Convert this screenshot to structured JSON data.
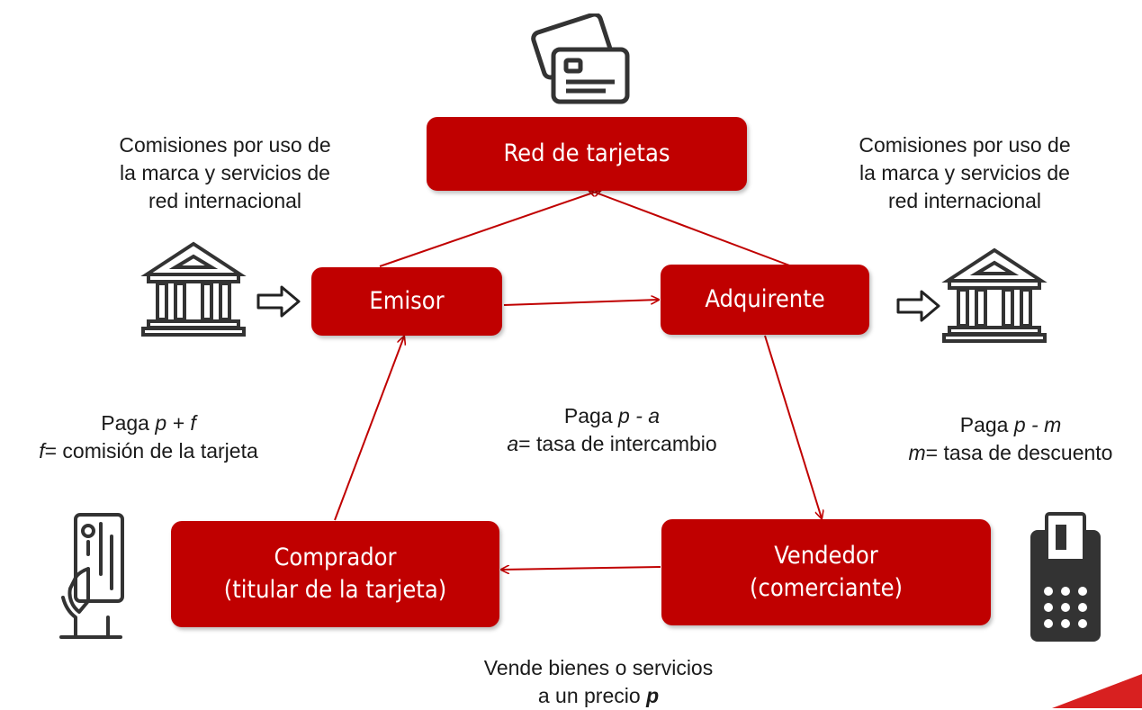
{
  "nodes": {
    "red": "Red de tarjetas",
    "emisor": "Emisor",
    "adquirente": "Adquirente",
    "comprador": {
      "line1": "Comprador",
      "line2": "(titular de la tarjeta)"
    },
    "vendedor": {
      "line1": "Vendedor",
      "line2": "(comerciante)"
    }
  },
  "labels": {
    "comisiones_left": [
      "Comisiones por  uso de",
      "la marca y servicios de",
      "red internacional"
    ],
    "comisiones_right": [
      "Comisiones por  uso de",
      "la marca y servicios de",
      "red internacional"
    ],
    "paga_pf": {
      "prefix": "Paga ",
      "formula": "p + f",
      "def_var": "f",
      "def_text": "= comisión de la tarjeta"
    },
    "paga_pa": {
      "prefix": "Paga ",
      "formula": "p - a",
      "def_var": "a",
      "def_text": "= tasa de intercambio"
    },
    "paga_pm": {
      "prefix": "Paga ",
      "formula": "p - m",
      "def_var": "m",
      "def_text": "= tasa de descuento"
    },
    "vende": {
      "line1": "Vende bienes o servicios",
      "line2": "a un precio ",
      "var": "p"
    }
  },
  "icons": [
    "credit-cards-icon",
    "bank-icon",
    "bank-icon",
    "hollow-arrow-icon",
    "hollow-arrow-icon",
    "hand-card-icon",
    "card-terminal-icon"
  ],
  "colors": {
    "node": "#c00000",
    "arrow": "#c00000",
    "accent": "#d82020",
    "icon": "#333333"
  }
}
